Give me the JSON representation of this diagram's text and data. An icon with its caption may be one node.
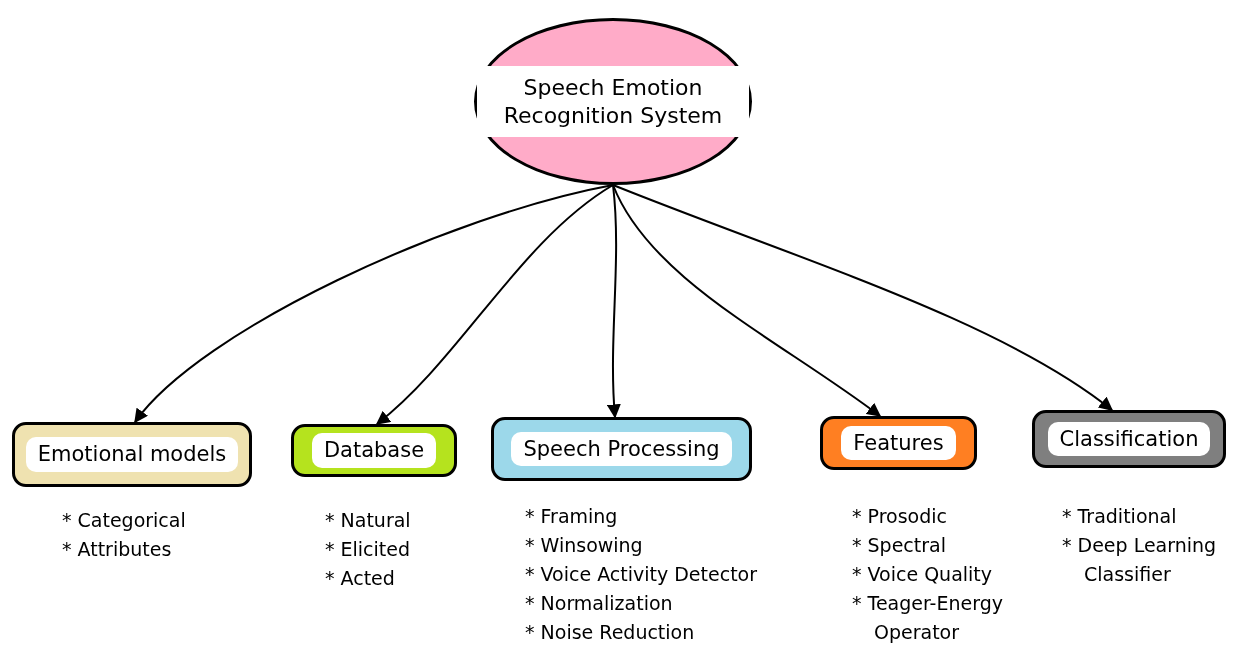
{
  "diagram": {
    "nodes": [
      {
        "text": [
          "Speech Emotion Recognition System"
        ]
      },
      {
        "text": [
          "Emotional models"
        ],
        "beside": [
          "* Categorical",
          "* Attributes"
        ]
      },
      {
        "text": [
          "Database"
        ],
        "beside": [
          "* Natural",
          "* Elicited",
          "* Acted"
        ]
      },
      {
        "text": [
          "Speech Processing"
        ],
        "beside": [
          "* Framing",
          "* Winsowing",
          "* Voice Activity Detector",
          "* Normalization",
          "* Noise Reduction"
        ]
      },
      {
        "text": [
          "Features"
        ],
        "beside": [
          "* Prosodic",
          "* Spectral",
          "* Voice Quality",
          "* Teager-Energy Operator"
        ]
      },
      {
        "text": [
          "Classification"
        ],
        "beside": [
          "* Traditional",
          "* Deep Learning Classifier"
        ]
      }
    ],
    "edges": [
      {
        "from": 0,
        "to": 1,
        "arrow": "to"
      },
      {
        "from": 0,
        "to": 2,
        "arrow": "to"
      },
      {
        "from": 0,
        "to": 3,
        "arrow": "to"
      },
      {
        "from": 0,
        "to": 4,
        "arrow": "to"
      },
      {
        "from": 0,
        "to": 5,
        "arrow": "to"
      }
    ]
  }
}
